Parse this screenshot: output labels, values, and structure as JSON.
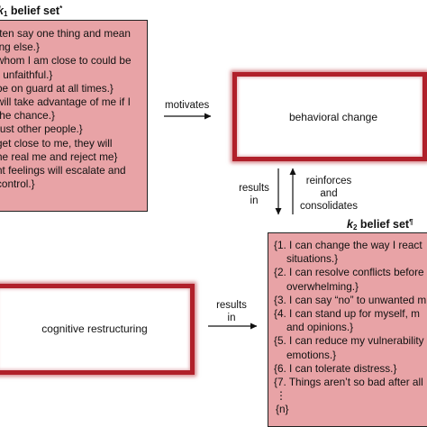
{
  "k1": {
    "title_main": "1 belief set",
    "title_sub": "1",
    "title_k": "k",
    "title_mark": "*",
    "lines": [
      "ften say one thing and mean",
      "ing else.}",
      "whom I am close to could be",
      "” unfaithful.}",
      "be on guard at all times.}",
      "will take advantage of me if I",
      "the chance.}",
      "rust other people.}",
      "get close to me, they will",
      "he real me and reject me}",
      "nt feelings will escalate and",
      "control.}"
    ]
  },
  "behavioral_change": {
    "label": "behavioral change"
  },
  "cognitive_restructuring": {
    "label": "cognitive restructuring"
  },
  "edges": {
    "motivates": "motivates",
    "results_in_top_1": "results",
    "results_in_top_2": "in",
    "reinforces_1": "reinforces",
    "reinforces_2": "and",
    "reinforces_3": "consolidates",
    "results_in_bottom_1": "results",
    "results_in_bottom_2": "in"
  },
  "k2": {
    "title_k": "k",
    "title_sub": "2",
    "title_main": "belief set",
    "title_mark": "¶",
    "lines": [
      "{1. I can change the way I react",
      "situations.}",
      "{2. I can resolve conflicts before",
      "overwhelming.}",
      "{3. I can say “no” to unwanted m",
      "{4. I can stand up for myself, m",
      "and opinions.}",
      "{5. I can reduce my vulnerability",
      "emotions.}",
      "{6. I can tolerate distress.}",
      "{7. Things aren’t so bad after all",
      "⋮",
      "{n}"
    ]
  },
  "colors": {
    "belief_box": "#e8a3a6",
    "glow_border": "#b0202a",
    "arrow": "#111111"
  }
}
